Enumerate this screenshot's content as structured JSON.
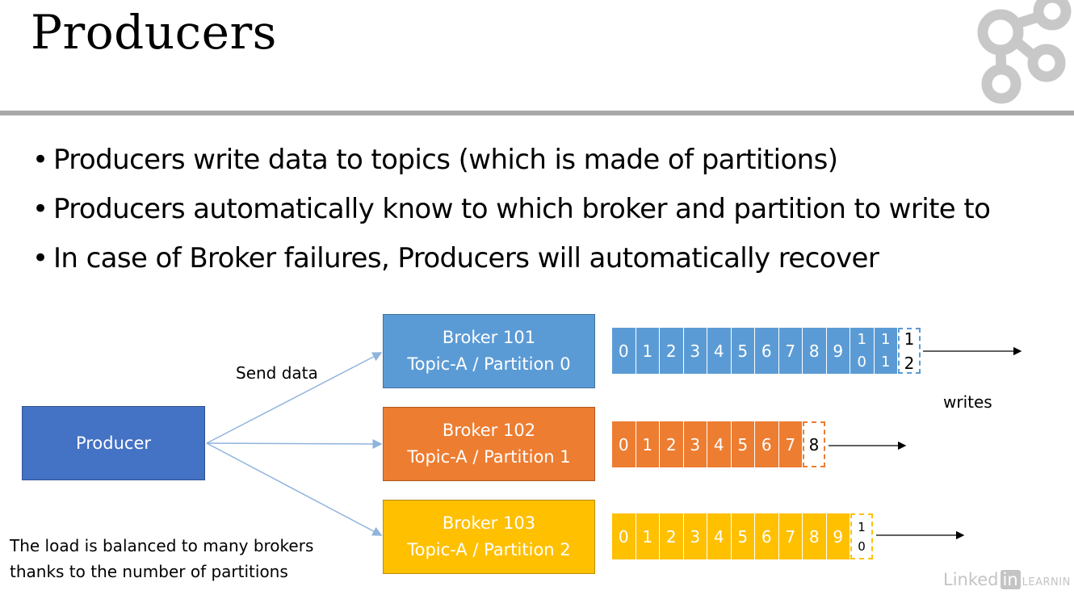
{
  "slide": {
    "title": "Producers",
    "bullets": [
      "Producers write data to topics (which is made of partitions)",
      "Producers automatically know to which broker and partition to write to",
      "In case of Broker failures, Producers will automatically recover"
    ]
  },
  "diagram": {
    "producer_label": "Producer",
    "send_label": "Send data",
    "writes_label": "writes",
    "brokers": [
      {
        "line1": "Broker 101",
        "line2": "Topic-A / Partition 0",
        "color": "#5b9bd5",
        "offsets": [
          "0",
          "1",
          "2",
          "3",
          "4",
          "5",
          "6",
          "7",
          "8",
          "9"
        ],
        "two_digit": [
          [
            "1",
            "0"
          ],
          [
            "1",
            "1"
          ]
        ],
        "next": [
          "1",
          "2"
        ]
      },
      {
        "line1": "Broker 102",
        "line2": "Topic-A / Partition 1",
        "color": "#ed7d31",
        "offsets": [
          "0",
          "1",
          "2",
          "3",
          "4",
          "5",
          "6",
          "7"
        ],
        "two_digit": [],
        "next": [
          "8"
        ]
      },
      {
        "line1": "Broker 103",
        "line2": "Topic-A / Partition 2",
        "color": "#ffc000",
        "offsets": [
          "0",
          "1",
          "2",
          "3",
          "4",
          "5",
          "6",
          "7",
          "8",
          "9"
        ],
        "two_digit": [],
        "next": [
          "1",
          "0"
        ]
      }
    ],
    "footnote": [
      "The load is balanced to many brokers",
      "thanks to the number of partitions"
    ]
  },
  "watermark": {
    "part1": "Linked",
    "part2": "in",
    "part3": "LEARNIN"
  },
  "colors": {
    "producer": "#4472c4",
    "divider": "#a8a8a8",
    "arrow_send": "#8fb4dc"
  }
}
